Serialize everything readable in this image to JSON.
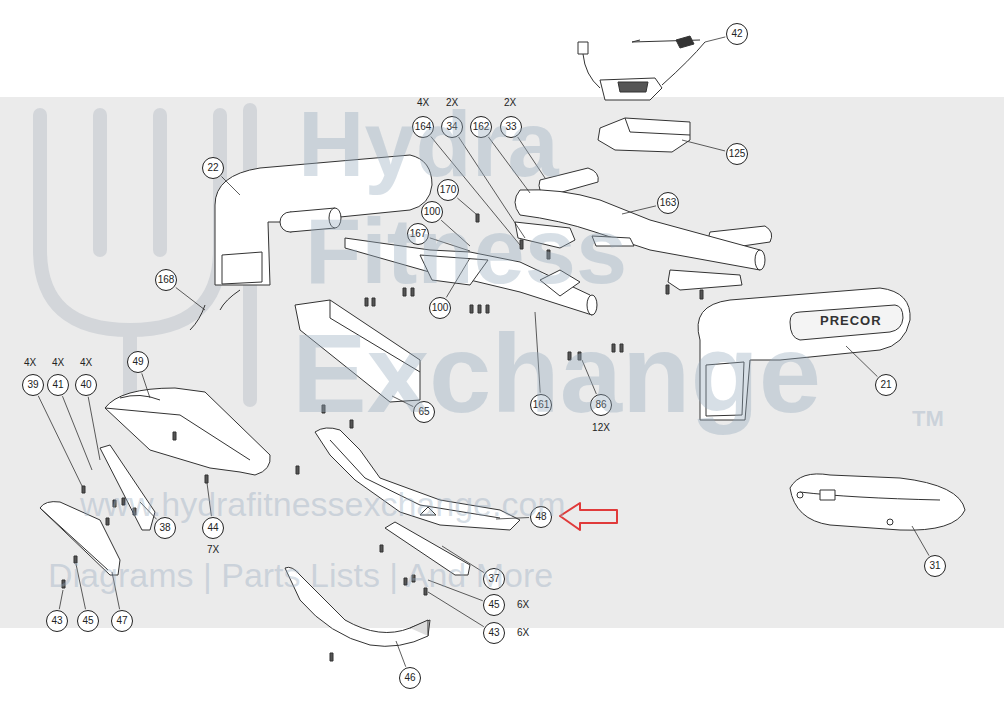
{
  "diagram": {
    "nodes": [
      {
        "text": [
          "42"
        ]
      },
      {
        "text": [
          "164"
        ]
      },
      {
        "text": [
          "34"
        ]
      },
      {
        "text": [
          "162"
        ]
      },
      {
        "text": [
          "33"
        ]
      },
      {
        "text": [
          "125"
        ]
      },
      {
        "text": [
          "22"
        ]
      },
      {
        "text": [
          "170"
        ]
      },
      {
        "text": [
          "163"
        ]
      },
      {
        "text": [
          "100"
        ]
      },
      {
        "text": [
          "167"
        ]
      },
      {
        "text": [
          "168"
        ]
      },
      {
        "text": [
          "100"
        ]
      },
      {
        "text": [
          "49"
        ]
      },
      {
        "text": [
          "39"
        ]
      },
      {
        "text": [
          "41"
        ]
      },
      {
        "text": [
          "40"
        ]
      },
      {
        "text": [
          "21"
        ]
      },
      {
        "text": [
          "161"
        ]
      },
      {
        "text": [
          "86"
        ]
      },
      {
        "text": [
          "65"
        ]
      },
      {
        "text": [
          "48"
        ]
      },
      {
        "text": [
          "38"
        ]
      },
      {
        "text": [
          "44"
        ]
      },
      {
        "text": [
          "31"
        ]
      },
      {
        "text": [
          "37"
        ]
      },
      {
        "text": [
          "45"
        ]
      },
      {
        "text": [
          "43"
        ]
      },
      {
        "text": [
          "43"
        ]
      },
      {
        "text": [
          "45"
        ]
      },
      {
        "text": [
          "47"
        ]
      },
      {
        "text": [
          "46"
        ]
      }
    ],
    "edges": [],
    "labels": [
      "4X",
      "2X",
      "2X",
      "4X",
      "4X",
      "4X",
      "12X",
      "7X",
      "6X",
      "6X",
      "Hydra",
      "Fitness",
      "Exchange",
      "TM",
      "www.hydrafitnessexchange.com",
      "Diagrams | Parts Lists | And More",
      "PRECOR"
    ]
  }
}
